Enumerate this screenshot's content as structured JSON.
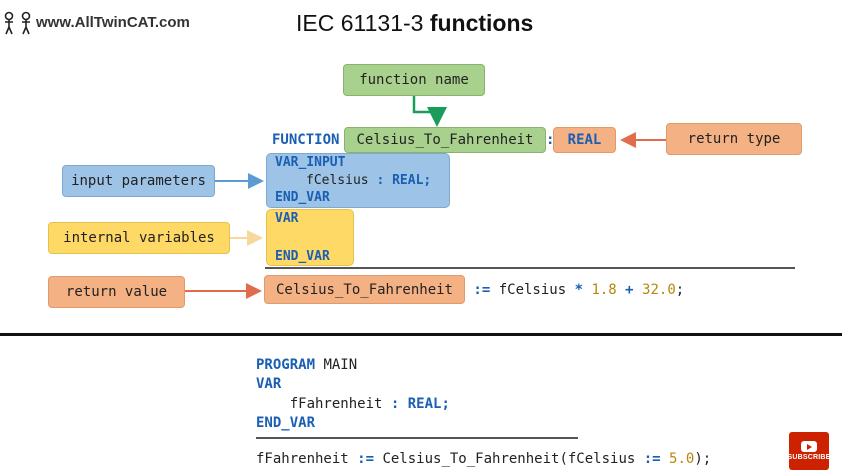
{
  "header": {
    "site": "www.AllTwinCAT.com",
    "title_plain": "IEC 61131-3 ",
    "title_bold": "functions"
  },
  "labels": {
    "function_name": "function name",
    "return_type": "return type",
    "input_parameters": "input parameters",
    "internal_variables": "internal variables",
    "return_value": "return value"
  },
  "function_code": {
    "kw_function": "FUNCTION",
    "name": "Celsius_To_Fahrenheit",
    "colon": ":",
    "type": "REAL",
    "var_input": "VAR_INPUT",
    "param_name": "fCelsius",
    "param_sep": " : ",
    "param_type": "REAL",
    "semicolon": ";",
    "end_var_1": "END_VAR",
    "var": "VAR",
    "end_var_2": "END_VAR",
    "assign_target": "Celsius_To_Fahrenheit",
    "assign_op": " := ",
    "assign_operand": "fCelsius",
    "mul": " * ",
    "factor": "1.8",
    "plus": " + ",
    "offset": "32.0",
    "end": ";"
  },
  "program_code": {
    "kw_program": "PROGRAM",
    "program_name": " MAIN",
    "var": "VAR",
    "var_name": "    fFahrenheit",
    "var_sep": " : ",
    "var_type": "REAL",
    "semicolon": ";",
    "end_var": "END_VAR",
    "call_target": "fFahrenheit",
    "call_op": " := ",
    "call_func": "Celsius_To_Fahrenheit(fCelsius",
    "call_op2": " := ",
    "call_value": "5.0",
    "call_end": ");"
  },
  "subscribe": {
    "label": "SUBSCRIBE"
  },
  "colors": {
    "keyword": "#1a5fb4",
    "green_box": "#a9d18e",
    "salmon_box": "#f4b183",
    "blue_box": "#9dc3e6",
    "yellow_box": "#ffd966",
    "arrow_green": "#1a9c5a",
    "arrow_salmon": "#e06c4c",
    "arrow_blue": "#5b9bd5",
    "arrow_yellow": "#f5d89a"
  }
}
